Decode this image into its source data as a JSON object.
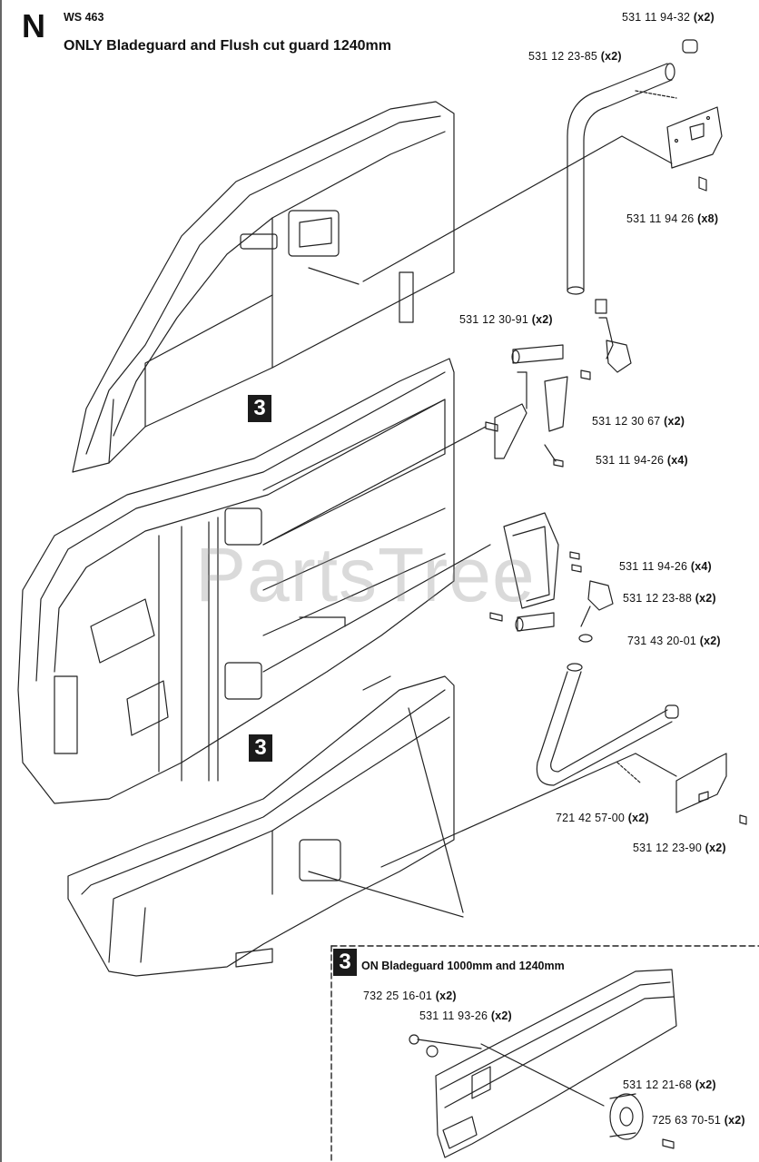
{
  "header": {
    "section_letter": "N",
    "model": "WS 463",
    "title": "ONLY Bladeguard and Flush cut guard 1240mm"
  },
  "watermark": "PartsTree",
  "callouts": [
    {
      "part": "531 11 94-32",
      "qty": "(x2)"
    },
    {
      "part": "531 12 23-85",
      "qty": "(x2)"
    },
    {
      "part": "531 11 94 26",
      "qty": "(x8)"
    },
    {
      "part": "531 12 30-91",
      "qty": "(x2)"
    },
    {
      "part": "531 12 30 67",
      "qty": "(x2)"
    },
    {
      "part": "531 11 94-26",
      "qty": "(x4)"
    },
    {
      "part": "531 11 94-26",
      "qty": "(x4)"
    },
    {
      "part": "531 12 23-88",
      "qty": "(x2)"
    },
    {
      "part": "731 43 20-01",
      "qty": "(x2)"
    },
    {
      "part": "721 42 57-00",
      "qty": "(x2)"
    },
    {
      "part": "531 12 23-90",
      "qty": "(x2)"
    }
  ],
  "ref_badges": [
    "3",
    "3"
  ],
  "inset": {
    "badge": "3",
    "title": "ON Bladeguard 1000mm and 1240mm",
    "callouts": [
      {
        "part": "732 25 16-01",
        "qty": "(x2)"
      },
      {
        "part": "531 11 93-26",
        "qty": "(x2)"
      },
      {
        "part": "531 12 21-68",
        "qty": "(x2)"
      },
      {
        "part": "725 63 70-51",
        "qty": "(x2)"
      }
    ]
  }
}
